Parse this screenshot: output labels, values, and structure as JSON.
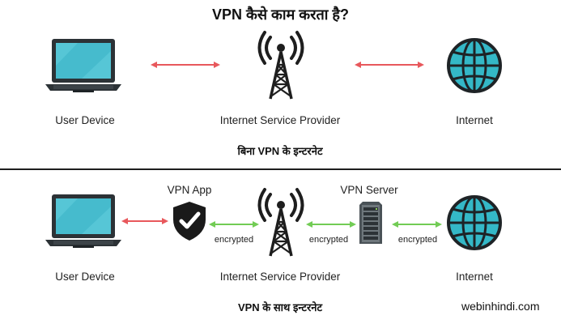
{
  "title": "VPN कैसे काम करता है?",
  "top": {
    "labels": {
      "device": "User Device",
      "isp": "Internet Service Provider",
      "internet": "Internet"
    },
    "caption": "बिना VPN के इन्टरनेट"
  },
  "bottom": {
    "labels": {
      "device": "User Device",
      "vpn_app": "VPN App",
      "isp": "Internet Service Provider",
      "vpn_server": "VPN Server",
      "internet": "Internet"
    },
    "encrypted": [
      "encrypted",
      "encrypted",
      "encrypted"
    ],
    "caption": "VPN के साथ इन्टरनेट"
  },
  "footer": {
    "brand": "webinhindi.com"
  },
  "colors": {
    "unencrypted_arrow": "#e8585c",
    "encrypted_arrow": "#72cc55",
    "laptop_screen": "#56c6d6",
    "globe": "#34b8c7",
    "dark": "#2c3236"
  },
  "icons": [
    "laptop-icon",
    "antenna-tower-icon",
    "globe-icon",
    "shield-check-icon",
    "server-icon"
  ]
}
